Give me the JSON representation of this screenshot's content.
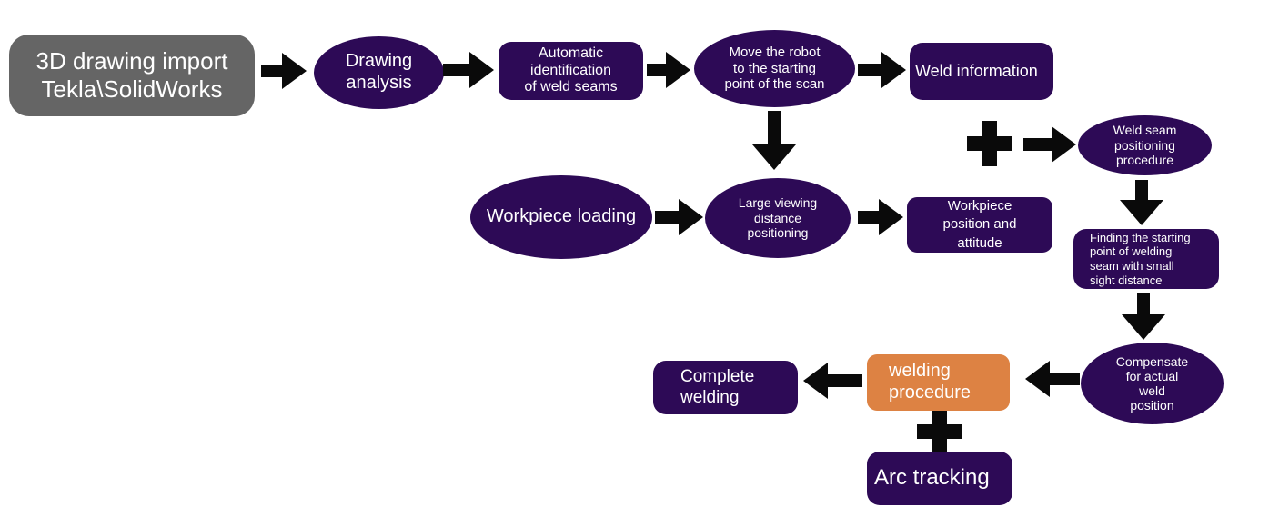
{
  "colors": {
    "node_purple": "#2d0a56",
    "node_orange": "#dd8243",
    "node_gray": "#656565",
    "arrow_black": "#0a0a0a",
    "text_white": "#ffffff",
    "background": "#ffffff"
  },
  "nodes": {
    "drawing_import": {
      "label": "3D drawing import\nTekla\\SolidWorks",
      "shape": "rounded-rect",
      "fill": "gray"
    },
    "drawing_analysis": {
      "label": "Drawing\nanalysis",
      "shape": "ellipse",
      "fill": "purple"
    },
    "auto_identification": {
      "label": "Automatic\nidentification\nof weld seams",
      "shape": "rounded-rect",
      "fill": "purple"
    },
    "move_robot": {
      "label": "Move the robot\nto the starting\npoint of the scan",
      "shape": "ellipse",
      "fill": "purple"
    },
    "weld_information": {
      "label": "Weld information",
      "shape": "rounded-rect",
      "fill": "purple"
    },
    "weld_seam_positioning": {
      "label": "Weld seam\npositioning\nprocedure",
      "shape": "ellipse",
      "fill": "purple"
    },
    "workpiece_loading": {
      "label": "Workpiece loading",
      "shape": "ellipse",
      "fill": "purple"
    },
    "large_viewing": {
      "label": "Large viewing\ndistance\npositioning",
      "shape": "ellipse",
      "fill": "purple"
    },
    "workpiece_position": {
      "label": "Workpiece\nposition and\nattitude",
      "shape": "rounded-rect",
      "fill": "purple"
    },
    "finding_start": {
      "label": "Finding the starting\npoint of welding\nseam with small\nsight distance",
      "shape": "rounded-rect",
      "fill": "purple"
    },
    "compensate": {
      "label": "Compensate\nfor actual\nweld\nposition",
      "shape": "ellipse",
      "fill": "purple"
    },
    "complete_welding": {
      "label": "Complete\nwelding",
      "shape": "rounded-rect",
      "fill": "purple"
    },
    "welding_procedure": {
      "label": "welding\nprocedure",
      "shape": "rounded-rect",
      "fill": "orange"
    },
    "arc_tracking": {
      "label": "Arc tracking",
      "shape": "rounded-rect",
      "fill": "purple"
    }
  },
  "edges": [
    {
      "from": "drawing_import",
      "to": "drawing_analysis",
      "type": "arrow"
    },
    {
      "from": "drawing_analysis",
      "to": "auto_identification",
      "type": "arrow"
    },
    {
      "from": "auto_identification",
      "to": "move_robot",
      "type": "arrow"
    },
    {
      "from": "move_robot",
      "to": "weld_information",
      "type": "arrow"
    },
    {
      "from": "move_robot",
      "to": "large_viewing",
      "type": "arrow"
    },
    {
      "from": "workpiece_loading",
      "to": "large_viewing",
      "type": "arrow"
    },
    {
      "from": "large_viewing",
      "to": "workpiece_position",
      "type": "arrow"
    },
    {
      "from": [
        "weld_information",
        "workpiece_position"
      ],
      "to": "weld_seam_positioning",
      "type": "plus-arrow"
    },
    {
      "from": "weld_seam_positioning",
      "to": "finding_start",
      "type": "arrow"
    },
    {
      "from": "finding_start",
      "to": "compensate",
      "type": "arrow"
    },
    {
      "from": "compensate",
      "to": "welding_procedure",
      "type": "arrow"
    },
    {
      "from": "welding_procedure",
      "to": "complete_welding",
      "type": "arrow"
    },
    {
      "from": [
        "welding_procedure",
        "arc_tracking"
      ],
      "type": "plus"
    }
  ]
}
